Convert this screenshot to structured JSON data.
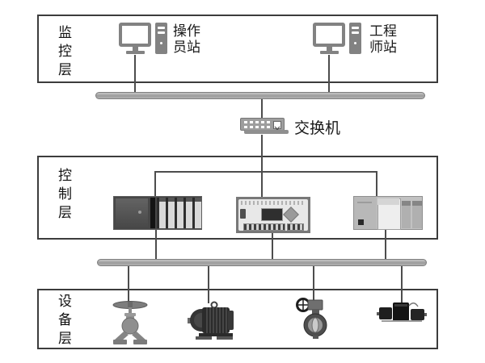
{
  "layers": {
    "monitoring": {
      "label": "监控层"
    },
    "control": {
      "label": "控制层"
    },
    "device": {
      "label": "设备层"
    }
  },
  "stations": {
    "operator": {
      "line1": "操作",
      "line2": "员站"
    },
    "engineer": {
      "line1": "工程",
      "line2": "师站"
    }
  },
  "switch": {
    "label": "交换机"
  },
  "icons": {
    "operator_station": "monitor-tower-icon",
    "engineer_station": "monitor-tower-icon",
    "network_switch": "ethernet-switch-icon",
    "plc_left": "plc-rack-photo",
    "plc_middle": "plc-controller-photo",
    "plc_right": "plc-modules-photo",
    "device_1": "globe-valve-icon",
    "device_2": "electric-motor-icon",
    "device_3": "butterfly-valve-icon",
    "device_4": "stepper-motor-group-icon"
  },
  "colors": {
    "box_border": "#3c3c3c",
    "connector_line": "#4d4d4d",
    "bus_fill": "#a8a8a8",
    "icon_gray": "#828282",
    "text": "#1a1a1a",
    "background": "#ffffff"
  }
}
